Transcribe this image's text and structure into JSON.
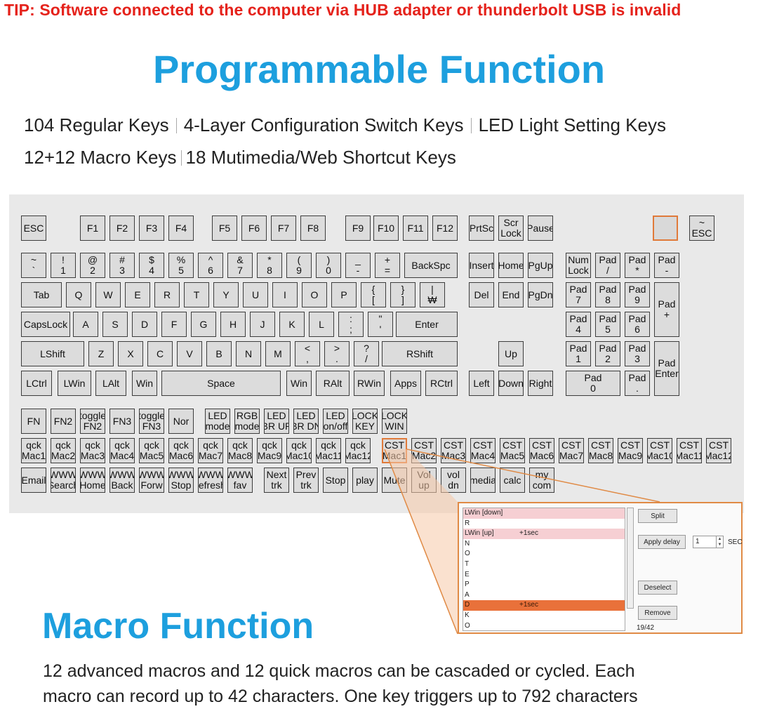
{
  "tip": "TIP: Software connected to the computer via HUB adapter or  thunderbolt USB is invalid",
  "title": "Programmable Function",
  "features": {
    "line1": [
      "104 Regular Keys",
      "4-Layer Configuration Switch Keys",
      "LED Light Setting Keys"
    ],
    "line2": [
      "12+12 Macro Keys",
      "18 Mutimedia/Web Shortcut Keys"
    ]
  },
  "keyboard": {
    "rows": [
      [
        {
          "label": "ESC"
        },
        {
          "label": "F1"
        },
        {
          "label": "F2"
        },
        {
          "label": "F3"
        },
        {
          "label": "F4"
        },
        {
          "label": "F5"
        },
        {
          "label": "F6"
        },
        {
          "label": "F7"
        },
        {
          "label": "F8"
        },
        {
          "label": "F9"
        },
        {
          "label": "F10"
        },
        {
          "label": "F11"
        },
        {
          "label": "F12"
        },
        {
          "label": "PrtSc"
        },
        {
          "label": "Scr\nLock"
        },
        {
          "label": "Pause"
        },
        {
          "label": ""
        },
        {
          "label": "~\nESC"
        }
      ],
      [
        {
          "label": "~\n`"
        },
        {
          "label": "!\n1"
        },
        {
          "label": "@\n2"
        },
        {
          "label": "#\n3"
        },
        {
          "label": "$\n4"
        },
        {
          "label": "%\n5"
        },
        {
          "label": "^\n6"
        },
        {
          "label": "&\n7"
        },
        {
          "label": "*\n8"
        },
        {
          "label": "(\n9"
        },
        {
          "label": ")\n0"
        },
        {
          "label": "_\n-"
        },
        {
          "label": "+\n="
        },
        {
          "label": "BackSpc"
        },
        {
          "label": "Insert"
        },
        {
          "label": "Home"
        },
        {
          "label": "PgUp"
        },
        {
          "label": "Num\nLock"
        },
        {
          "label": "Pad\n/"
        },
        {
          "label": "Pad\n*"
        },
        {
          "label": "Pad\n-"
        }
      ],
      [
        {
          "label": "Tab"
        },
        {
          "label": "Q"
        },
        {
          "label": "W"
        },
        {
          "label": "E"
        },
        {
          "label": "R"
        },
        {
          "label": "T"
        },
        {
          "label": "Y"
        },
        {
          "label": "U"
        },
        {
          "label": "I"
        },
        {
          "label": "O"
        },
        {
          "label": "P"
        },
        {
          "label": "{\n["
        },
        {
          "label": "}\n]"
        },
        {
          "label": "|\n₩"
        },
        {
          "label": "Del"
        },
        {
          "label": "End"
        },
        {
          "label": "PgDn"
        },
        {
          "label": "Pad\n7"
        },
        {
          "label": "Pad\n8"
        },
        {
          "label": "Pad\n9"
        },
        {
          "label": "Pad\n+"
        }
      ],
      [
        {
          "label": "CapsLock"
        },
        {
          "label": "A"
        },
        {
          "label": "S"
        },
        {
          "label": "D"
        },
        {
          "label": "F"
        },
        {
          "label": "G"
        },
        {
          "label": "H"
        },
        {
          "label": "J"
        },
        {
          "label": "K"
        },
        {
          "label": "L"
        },
        {
          "label": ":\n;"
        },
        {
          "label": "\"\n'"
        },
        {
          "label": "Enter"
        },
        {
          "label": "Pad\n4"
        },
        {
          "label": "Pad\n5"
        },
        {
          "label": "Pad\n6"
        }
      ],
      [
        {
          "label": "LShift"
        },
        {
          "label": "Z"
        },
        {
          "label": "X"
        },
        {
          "label": "C"
        },
        {
          "label": "V"
        },
        {
          "label": "B"
        },
        {
          "label": "N"
        },
        {
          "label": "M"
        },
        {
          "label": "<\n,"
        },
        {
          "label": ">\n."
        },
        {
          "label": "?\n/"
        },
        {
          "label": "RShift"
        },
        {
          "label": "Up"
        },
        {
          "label": "Pad\n1"
        },
        {
          "label": "Pad\n2"
        },
        {
          "label": "Pad\n3"
        },
        {
          "label": "Pad\nEnter"
        }
      ],
      [
        {
          "label": "LCtrl"
        },
        {
          "label": "LWin"
        },
        {
          "label": "LAlt"
        },
        {
          "label": "Win"
        },
        {
          "label": "Space"
        },
        {
          "label": "Win"
        },
        {
          "label": "RAlt"
        },
        {
          "label": "RWin"
        },
        {
          "label": "Apps"
        },
        {
          "label": "RCtrl"
        },
        {
          "label": "Left"
        },
        {
          "label": "Down"
        },
        {
          "label": "Right"
        },
        {
          "label": "Pad\n0"
        },
        {
          "label": "Pad\n."
        }
      ],
      [
        {
          "label": "FN"
        },
        {
          "label": "FN2"
        },
        {
          "label": "toggle\nFN2"
        },
        {
          "label": "FN3"
        },
        {
          "label": "toggle\nFN3"
        },
        {
          "label": "Nor"
        },
        {
          "label": "LED\nmode"
        },
        {
          "label": "RGB\nmode"
        },
        {
          "label": "LED\nBR UP"
        },
        {
          "label": "LED\nBR DN"
        },
        {
          "label": "LED\non/off"
        },
        {
          "label": "LOCK\nKEY"
        },
        {
          "label": "LOCK\nWIN"
        }
      ],
      [
        {
          "label": "qck\nMac1"
        },
        {
          "label": "qck\nMac2"
        },
        {
          "label": "qck\nMac3"
        },
        {
          "label": "qck\nMac4"
        },
        {
          "label": "qck\nMac5"
        },
        {
          "label": "qck\nMac6"
        },
        {
          "label": "qck\nMac7"
        },
        {
          "label": "qck\nMac8"
        },
        {
          "label": "qck\nMac9"
        },
        {
          "label": "qck\nMac10"
        },
        {
          "label": "qck\nMac11"
        },
        {
          "label": "qck\nMac12"
        },
        {
          "label": "CST\nMac1"
        },
        {
          "label": "CST\nMac2"
        },
        {
          "label": "CST\nMac3"
        },
        {
          "label": "CST\nMac4"
        },
        {
          "label": "CST\nMac5"
        },
        {
          "label": "CST\nMac6"
        },
        {
          "label": "CST\nMac7"
        },
        {
          "label": "CST\nMac8"
        },
        {
          "label": "CST\nMac9"
        },
        {
          "label": "CST\nMac10"
        },
        {
          "label": "CST\nMac11"
        },
        {
          "label": "CST\nMac12"
        }
      ],
      [
        {
          "label": "Email"
        },
        {
          "label": "WWW\nSearch"
        },
        {
          "label": "WWW\nHome"
        },
        {
          "label": "WWW\nBack"
        },
        {
          "label": "WWW\nForw"
        },
        {
          "label": "WWW\nStop"
        },
        {
          "label": "WWW\nrefresh"
        },
        {
          "label": "WWW\nfav"
        },
        {
          "label": "Next\ntrk"
        },
        {
          "label": "Prev\ntrk"
        },
        {
          "label": "Stop"
        },
        {
          "label": "play"
        },
        {
          "label": "Mute"
        },
        {
          "label": "Vol\nup"
        },
        {
          "label": "vol\ndn"
        },
        {
          "label": "media"
        },
        {
          "label": "calc"
        },
        {
          "label": "my\ncom"
        }
      ]
    ]
  },
  "macro_editor": {
    "list": [
      {
        "key": "LWin [down]",
        "delay": "",
        "style": "pink"
      },
      {
        "key": "R",
        "delay": "",
        "style": ""
      },
      {
        "key": "LWin [up]",
        "delay": "+1sec",
        "style": "pink"
      },
      {
        "key": "N",
        "delay": "",
        "style": ""
      },
      {
        "key": "O",
        "delay": "",
        "style": ""
      },
      {
        "key": "T",
        "delay": "",
        "style": ""
      },
      {
        "key": "E",
        "delay": "",
        "style": ""
      },
      {
        "key": "P",
        "delay": "",
        "style": ""
      },
      {
        "key": "A",
        "delay": "",
        "style": ""
      },
      {
        "key": "D",
        "delay": "+1sec",
        "style": "orange"
      },
      {
        "key": "K",
        "delay": "",
        "style": ""
      },
      {
        "key": "O",
        "delay": "",
        "style": ""
      }
    ],
    "split_label": "Split",
    "apply_delay_label": "Apply delay",
    "delay_value": "1",
    "sec_label": "SEC",
    "deselect_label": "Deselect",
    "remove_label": "Remove",
    "count": "19/42"
  },
  "macro_title": "Macro Function",
  "macro_desc": {
    "line1": "12 advanced macros and 12 quick macros can be cascaded or cycled. Each",
    "line2": "macro can record up to 42 characters. One key triggers up to 792 characters"
  },
  "colors": {
    "tip_red": "#e5221b",
    "title_blue": "#1d9fde",
    "highlight_orange": "#e07a3a"
  }
}
